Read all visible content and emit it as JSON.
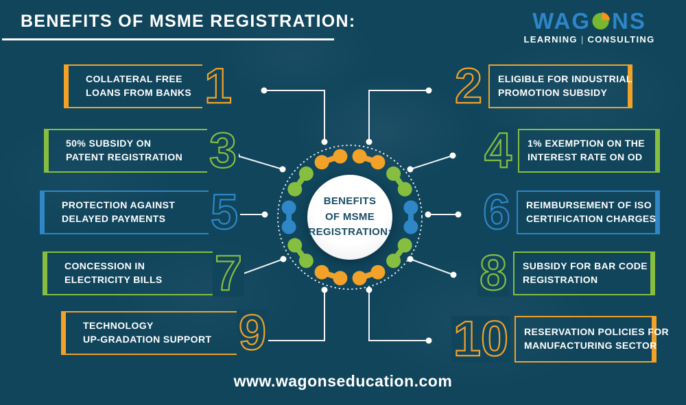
{
  "header": {
    "title": "BENEFITS OF MSME REGISTRATION:"
  },
  "logo": {
    "word_left": "WAG",
    "word_right": "NS",
    "pie_icon": "pie-chart-o-icon",
    "tagline_left": "LEARNING",
    "tagline_separator": "|",
    "tagline_right": "CONSULTING"
  },
  "center": {
    "line1": "BENEFITS",
    "line2": "OF MSME",
    "line3": "REGISTRATION:"
  },
  "benefits": [
    {
      "num": "1",
      "line1": "COLLATERAL FREE",
      "line2": "LOANS FROM BANKS",
      "color": "#F3A229",
      "side": "left"
    },
    {
      "num": "2",
      "line1": "ELIGIBLE FOR INDUSTRIAL",
      "line2": "PROMOTION SUBSIDY",
      "color": "#F3A229",
      "side": "right"
    },
    {
      "num": "3",
      "line1": "50% SUBSIDY ON",
      "line2": "PATENT REGISTRATION",
      "color": "#86BE40",
      "side": "left"
    },
    {
      "num": "4",
      "line1": "1% EXEMPTION ON THE",
      "line2": "INTEREST RATE ON OD",
      "color": "#86BE40",
      "side": "right"
    },
    {
      "num": "5",
      "line1": "PROTECTION AGAINST",
      "line2": "DELAYED PAYMENTS",
      "color": "#2F87C7",
      "side": "left"
    },
    {
      "num": "6",
      "line1": "REIMBURSEMENT OF ISO",
      "line2": "CERTIFICATION CHARGES",
      "color": "#2F87C7",
      "side": "right"
    },
    {
      "num": "7",
      "line1": "CONCESSION IN",
      "line2": "ELECTRICITY BILLS",
      "color": "#86BE40",
      "side": "left"
    },
    {
      "num": "8",
      "line1": "SUBSIDY FOR BAR CODE",
      "line2": "REGISTRATION",
      "color": "#86BE40",
      "side": "right"
    },
    {
      "num": "9",
      "line1": "TECHNOLOGY",
      "line2": "UP-GRADATION SUPPORT",
      "color": "#F3A229",
      "side": "left"
    },
    {
      "num": "10",
      "line1": "RESERVATION POLICIES FOR",
      "line2": "MANUFACTURING SECTOR",
      "color": "#F3A229",
      "side": "right"
    }
  ],
  "footer": {
    "website": "www.wagonseducation.com"
  },
  "colors": {
    "background": "#10455C",
    "orange": "#F3A229",
    "green": "#86BE40",
    "blue": "#2F87C7",
    "logo_blue": "#2E86C8",
    "logo_green": "#76B82F",
    "logo_orange": "#F5941E",
    "center_text": "#1A4E68",
    "white": "#FFFFFF"
  }
}
